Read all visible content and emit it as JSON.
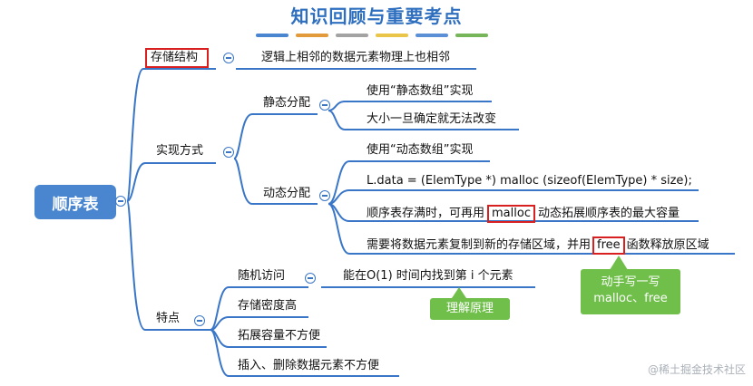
{
  "title": "知识回顾与重要考点",
  "colors": {
    "accent_bars": [
      "#4a86d0",
      "#e39a3b",
      "#a3a3a3",
      "#e9c54a",
      "#5b8fd6",
      "#77b55a"
    ],
    "line": "#3a76c8",
    "highlight_box": "#d82020",
    "callout_bg": "#6fbf4a"
  },
  "root": {
    "label": "顺序表"
  },
  "storage": {
    "label": "存储结构",
    "detail": "逻辑上相邻的数据元素物理上也相邻"
  },
  "implementation": {
    "label": "实现方式",
    "static": {
      "label": "静态分配",
      "items": [
        "使用“静态数组”实现",
        "大小一旦确定就无法改变"
      ]
    },
    "dynamic": {
      "label": "动态分配",
      "item1": "使用“动态数组”实现",
      "item2": "L.data = (ElemType *) malloc (sizeof(ElemType) * size);",
      "item3_pre": "顺序表存满时，可再用",
      "item3_key": "malloc",
      "item3_post": "动态拓展顺序表的最大容量",
      "item4_pre": "需要将数据元素复制到新的存储区域，并用",
      "item4_key": "free",
      "item4_post": "函数释放原区域"
    }
  },
  "features": {
    "label": "特点",
    "random_access": {
      "label": "随机访问",
      "detail_pre": "能在O(1) 时间内找到第 i 个元素"
    },
    "others": [
      "存储密度高",
      "拓展容量不方便",
      "插入、删除数据元素不方便"
    ]
  },
  "callouts": {
    "understand": "理解原理",
    "handwrite_line1": "动手写一写",
    "handwrite_line2": "malloc、free"
  },
  "watermark": "@稀土掘金技术社区"
}
